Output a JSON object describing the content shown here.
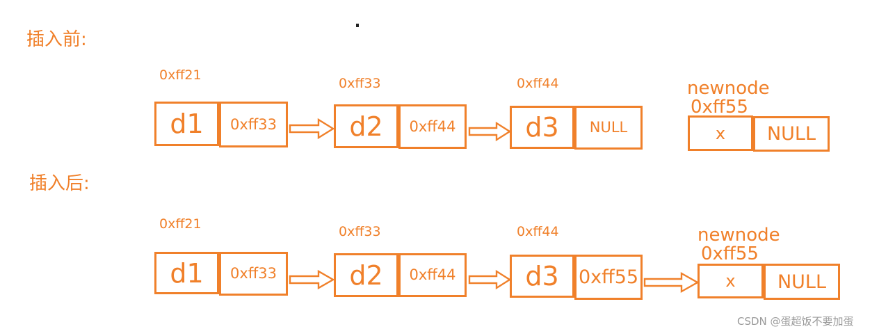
{
  "headings": {
    "before": "插入前:",
    "after": "插入后:"
  },
  "before_list": {
    "nodes": [
      {
        "address": "0xff21",
        "data": "d1",
        "next": "0xff33"
      },
      {
        "address": "0xff33",
        "data": "d2",
        "next": "0xff44"
      },
      {
        "address": "0xff44",
        "data": "d3",
        "next": "NULL"
      }
    ],
    "new_node": {
      "name": "newnode",
      "address": "0xff55",
      "data": "x",
      "next": "NULL"
    }
  },
  "after_list": {
    "nodes": [
      {
        "address": "0xff21",
        "data": "d1",
        "next": "0xff33"
      },
      {
        "address": "0xff33",
        "data": "d2",
        "next": "0xff44"
      },
      {
        "address": "0xff44",
        "data": "d3",
        "next": "0xff55"
      }
    ],
    "new_node": {
      "name": "newnode",
      "address": "0xff55",
      "data": "x",
      "next": "NULL"
    }
  },
  "watermark": "CSDN @蛋超饭不要加蛋",
  "colors": {
    "stroke": "#f0802a",
    "text": "#f0802a",
    "watermark": "#9a9a9a"
  }
}
